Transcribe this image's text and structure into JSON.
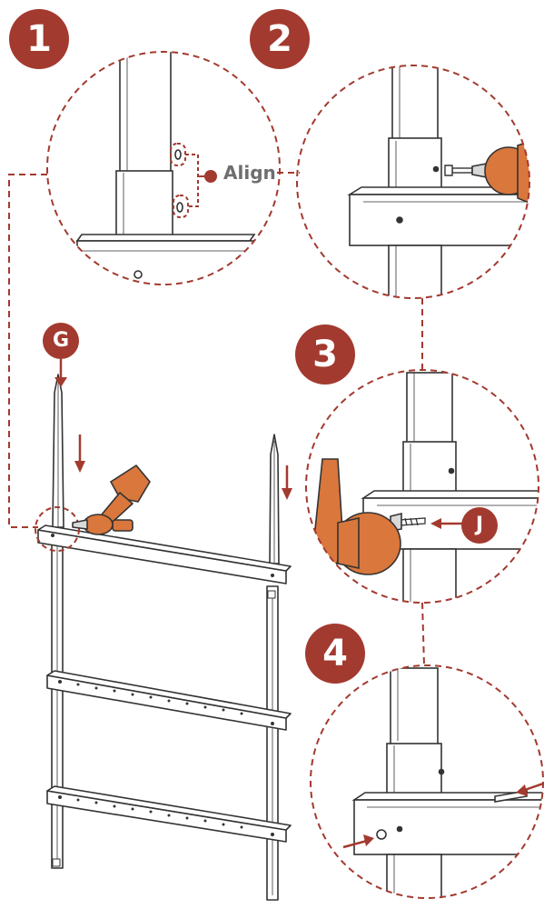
{
  "steps": {
    "s1": "1",
    "s2": "2",
    "s3": "3",
    "s4": "4"
  },
  "parts": {
    "g": "G",
    "j": "J"
  },
  "callout": {
    "align": "Align"
  },
  "colors": {
    "accent": "#a33a2f",
    "tool": "#d9773c",
    "line": "#333333"
  },
  "icons": [
    "mallet-icon",
    "drill-icon",
    "screw-icon",
    "arrow-icon"
  ]
}
